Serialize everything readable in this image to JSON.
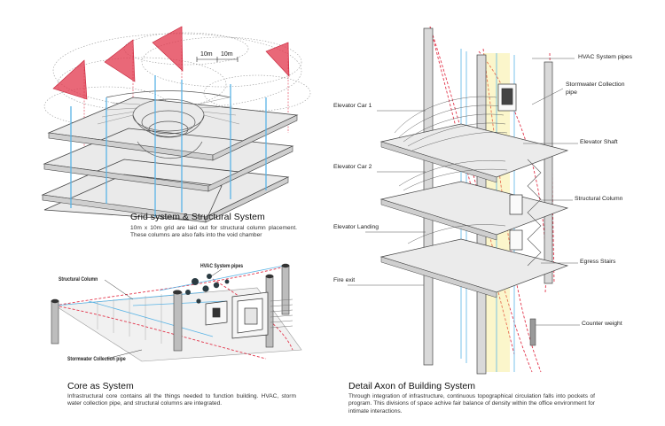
{
  "panels": {
    "grid": {
      "title": "Grid system & Structural System",
      "body": "10m x 10m grid are laid out for structural column placement. These columns are also falls into the void chamber",
      "grid_labels": [
        "10m",
        "10m"
      ]
    },
    "core": {
      "title": "Core as System",
      "body": "Infrastructural core contains all the things needed to function building. HVAC, storm water collection pipe, and structural columns are integrated.",
      "callouts": {
        "structural_column": "Structural Column",
        "hvac": "HVAC System pipes",
        "stormwater": "Stormwater Collection pipe"
      }
    },
    "axon": {
      "title": "Detail Axon of Building System",
      "body": "Through integration of infrastructure, continuous topographical circulation falls into pockets of program. This divisions of space achive fair balance of density within the office environment for intimate interactions.",
      "callouts_left": {
        "car1": "Elevator Car 1",
        "car2": "Elevator Car 2",
        "landing": "Elevator Landing",
        "fire_exit": "Fire exit"
      },
      "callouts_right": {
        "hvac": "HVAC System pipes",
        "stormwater_1": "Stormwater Collection",
        "stormwater_2": "pipe",
        "shaft": "Elevator Shaft",
        "column": "Structural Column",
        "stairs": "Egress Stairs",
        "counterweight": "Counter weight"
      }
    }
  },
  "colors": {
    "line": "#555555",
    "red": "#e2354b",
    "blue": "#5ab4e6",
    "yellow": "#f4e46a",
    "slab": "#d8d8d8"
  }
}
